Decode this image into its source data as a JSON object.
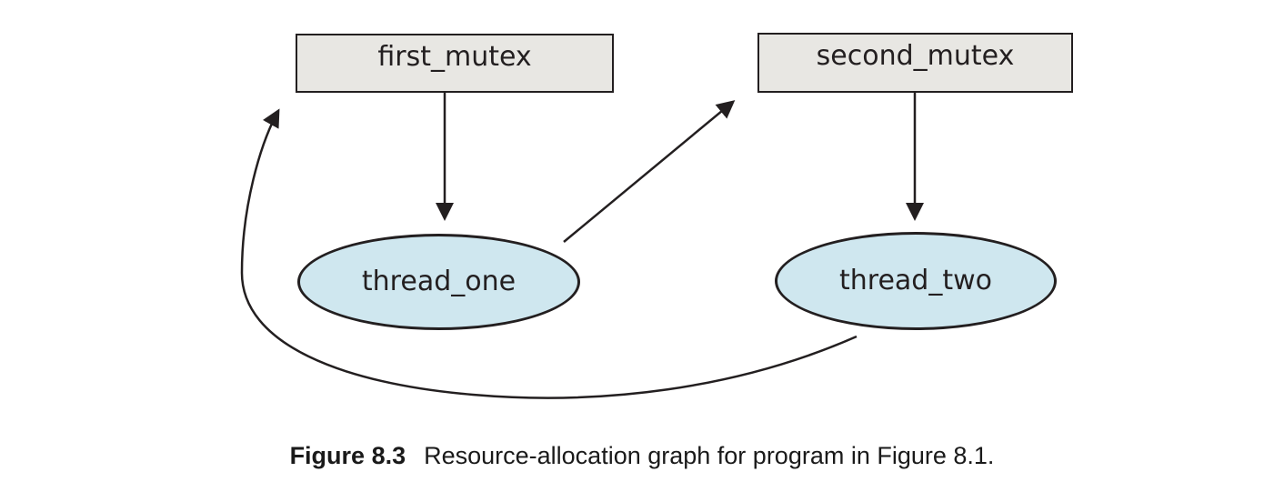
{
  "figure": {
    "caption_label": "Figure 8.3",
    "caption_text": "Resource-allocation graph for program in Figure 8.1."
  },
  "diagram": {
    "type": "resource-allocation-graph",
    "resources": [
      {
        "id": "first_mutex",
        "label": "first_mutex",
        "shape": "rectangle"
      },
      {
        "id": "second_mutex",
        "label": "second_mutex",
        "shape": "rectangle"
      }
    ],
    "threads": [
      {
        "id": "thread_one",
        "label": "thread_one",
        "shape": "ellipse"
      },
      {
        "id": "thread_two",
        "label": "thread_two",
        "shape": "ellipse"
      }
    ],
    "edges": [
      {
        "from": "first_mutex",
        "to": "thread_one",
        "type": "assignment",
        "style": "straight-vertical"
      },
      {
        "from": "thread_one",
        "to": "second_mutex",
        "type": "request",
        "style": "straight-diagonal"
      },
      {
        "from": "second_mutex",
        "to": "thread_two",
        "type": "assignment",
        "style": "straight-vertical"
      },
      {
        "from": "thread_two",
        "to": "first_mutex",
        "type": "request",
        "style": "curved"
      }
    ],
    "colors": {
      "resource_fill": "#e8e7e3",
      "thread_fill": "#cfe7ef",
      "stroke": "#231f20",
      "background": "#ffffff"
    }
  }
}
